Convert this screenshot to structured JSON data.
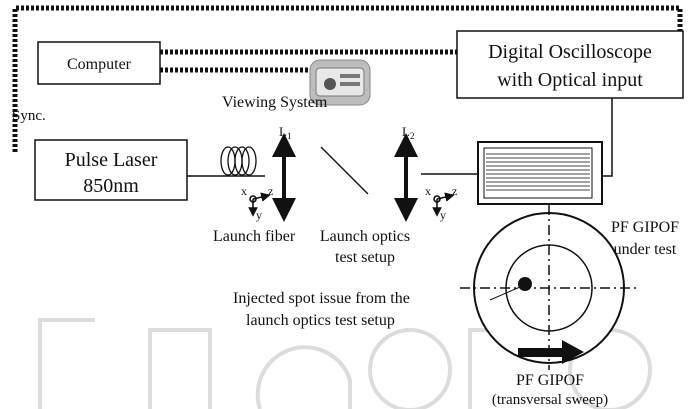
{
  "boxes": {
    "computer": "Computer",
    "oscilloscope_line1": "Digital Oscilloscope",
    "oscilloscope_line2": "with Optical input",
    "laser_line1": "Pulse Laser",
    "laser_line2": "850nm"
  },
  "labels": {
    "viewing_system": "Viewing System",
    "sync": "Sync.",
    "lens1_main": "L",
    "lens1_sub": "1",
    "lens2_main": "L",
    "lens2_sub": "2",
    "launch_fiber": "Launch fiber",
    "launch_optics_line1": "Launch optics",
    "launch_optics_line2": "test setup",
    "fiber_under_test_line1": "PF GIPOF",
    "fiber_under_test_line2": "under test",
    "injected_line1": "Injected spot issue from the",
    "injected_line2": "launch optics test setup",
    "sweep_line1": "PF GIPOF",
    "sweep_line2": "(transversal sweep)",
    "axis_x": "x",
    "axis_y": "y",
    "axis_z": "z"
  },
  "watermark": "IntechOpen",
  "colors": {
    "line": "#111111",
    "watermark": "#d9d9d9",
    "device_fill": "#b8b8b8"
  }
}
